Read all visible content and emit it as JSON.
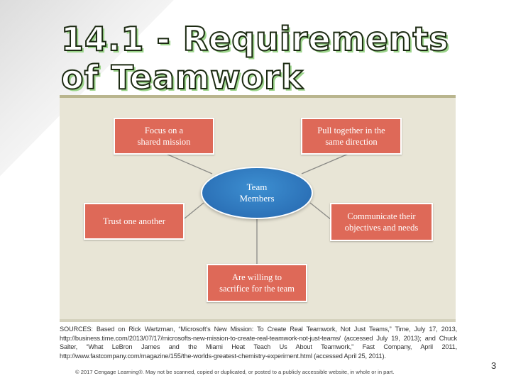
{
  "slide": {
    "title": "14.1 - Requirements of Teamwork",
    "page_number": "3"
  },
  "diagram": {
    "center": "Team\nMembers",
    "nodes": [
      {
        "id": "mission",
        "label": "Focus on a\nshared mission"
      },
      {
        "id": "direction",
        "label": "Pull together in the\nsame direction"
      },
      {
        "id": "trust",
        "label": "Trust one another"
      },
      {
        "id": "communicate",
        "label": "Communicate their\nobjectives and needs"
      },
      {
        "id": "sacrifice",
        "label": "Are willing to\nsacrifice for the team"
      }
    ],
    "colors": {
      "box": "#de6958",
      "hub": "#2c72b8",
      "background": "#e8e5d6",
      "connector": "#8a8a86"
    }
  },
  "sources": "SOURCES: Based on Rick Wartzman, “Microsoft’s New Mission: To Create Real Teamwork, Not Just Teams,” Time, July 17, 2013, http://business.time.com/2013/07/17/microsofts-new-mission-to-create-real-teamwork-not-just-teams/ (accessed July 19, 2013); and Chuck Salter, “What LeBron James and the Miami Heat Teach Us About Teamwork,” Fast Company, April 2011, http://www.fastcompany.com/magazine/155/the-worlds-greatest-chemistry-experiment.html (accessed April 25, 2011).",
  "copyright": "© 2017 Cengage Learning®. May not be scanned, copied or duplicated, or posted to a publicly accessible website, in whole or in part."
}
